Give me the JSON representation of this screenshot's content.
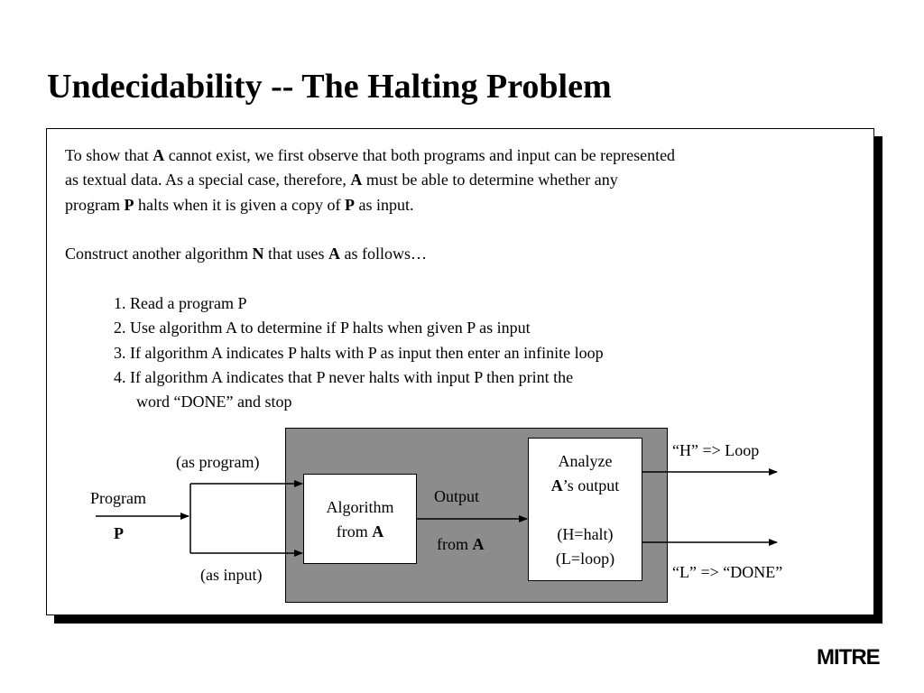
{
  "slide": {
    "title": "Undecidability -- The Halting Problem",
    "logo": "MITRE"
  },
  "intro": {
    "line1_pre": "To show that ",
    "line1_b": "A",
    "line1_post": " cannot exist, we first observe that both programs and input can be represented",
    "line2_pre": "as textual data.  As a special case, therefore, ",
    "line2_b": "A",
    "line2_post": " must be able to determine whether any",
    "line3_pre": "program ",
    "line3_b1": "P",
    "line3_mid": " halts when it is given a copy of ",
    "line3_b2": "P",
    "line3_post": " as input."
  },
  "construct": {
    "pre": "Construct another algorithm ",
    "b1": "N",
    "mid": " that uses ",
    "b2": "A",
    "post": " as follows…"
  },
  "steps": [
    "1. Read a program P",
    "2. Use algorithm A to determine if P halts when given P as input",
    "3. If algorithm A indicates P halts with P as input then enter an infinite loop",
    "4. If algorithm A indicates that P never halts with input P then print the",
    "word “DONE” and stop"
  ],
  "diagram": {
    "program_label": "Program",
    "program_symbol": "P",
    "as_program": "(as program)",
    "as_input": "(as input)",
    "algorithm_line1": "Algorithm",
    "algorithm_line2_pre": "from ",
    "algorithm_line2_b": "A",
    "output_line1": "Output",
    "output_line2_pre": "from ",
    "output_line2_b": "A",
    "analyze_line1": "Analyze",
    "analyze_line2_b": "A",
    "analyze_line2_post": "’s output",
    "analyze_line3": "(H=halt)",
    "analyze_line4": "(L=loop)",
    "h_result": "“H” => Loop",
    "l_result": "“L” => “DONE”"
  }
}
